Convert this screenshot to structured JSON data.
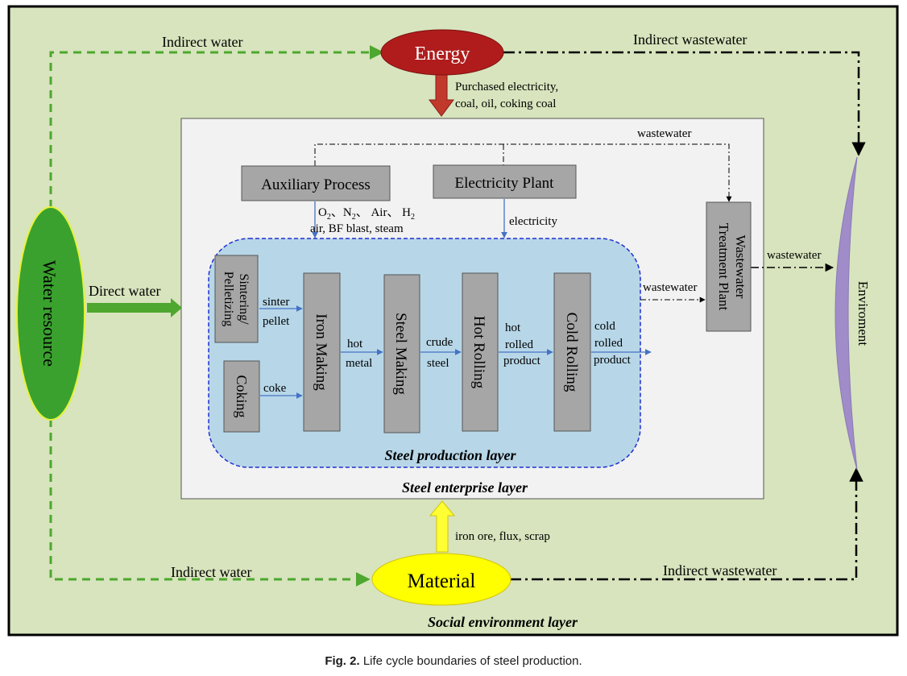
{
  "layers": {
    "social": "Social environment layer",
    "enterprise": "Steel enterprise layer",
    "production": "Steel production layer"
  },
  "nodes": {
    "energy": "Energy",
    "material": "Material",
    "water_resource": "Water resource",
    "environment": "Enviroment",
    "auxiliary_process": "Auxiliary Process",
    "electricity_plant": "Electricity Plant",
    "wastewater_plant_line1": "Wastewater",
    "wastewater_plant_line2": "Treatment Plant",
    "sintering_line1": "Sintering/",
    "sintering_line2": "Pelletizing",
    "coking": "Coking",
    "iron_making": "Iron Making",
    "steel_making": "Steel Making",
    "hot_rolling": "Hot Rolling",
    "cold_rolling": "Cold Rolling"
  },
  "labels": {
    "indirect_water_top": "Indirect water",
    "indirect_wastewater_top": "Indirect wastewater",
    "indirect_water_bottom": "Indirect water",
    "indirect_wastewater_bottom": "Indirect wastewater",
    "purchased_line1": "Purchased electricity,",
    "purchased_line2": "coal, oil, coking coal",
    "wastewater_top": "wastewater",
    "wastewater_to_env": "wastewater",
    "wastewater_from_prod": "wastewater",
    "gases_line2": "air, BF blast, steam",
    "electricity": "electricity",
    "direct_water": "Direct water",
    "sinter": "sinter",
    "pellet": "pellet",
    "coke": "coke",
    "hot_metal_1": "hot",
    "hot_metal_2": "metal",
    "crude_steel_1": "crude",
    "crude_steel_2": "steel",
    "hot_rolled_1": "hot",
    "hot_rolled_2": "rolled",
    "hot_rolled_3": "product",
    "cold_rolled_1": "cold",
    "cold_rolled_2": "rolled",
    "cold_rolled_3": "product",
    "material_inputs": "iron ore, flux, scrap"
  },
  "caption": {
    "prefix": "Fig. 2.",
    "text": "Life cycle boundaries of steel production."
  },
  "colors": {
    "social_bg": "#d7e4bd",
    "enterprise_bg": "#f2f2f2",
    "production_bg": "#b7d7e8",
    "process_box": "#a6a6a6",
    "energy_fill": "#b01c1c",
    "material_fill": "#ffff00",
    "water_fill": "#3aa12e",
    "environment_fill": "#a08cc8",
    "green_arrow": "#4ea72e",
    "blue_arrow": "#4472c4",
    "red_arrow": "#c0392b",
    "yellow_arrow": "#ffff33"
  }
}
